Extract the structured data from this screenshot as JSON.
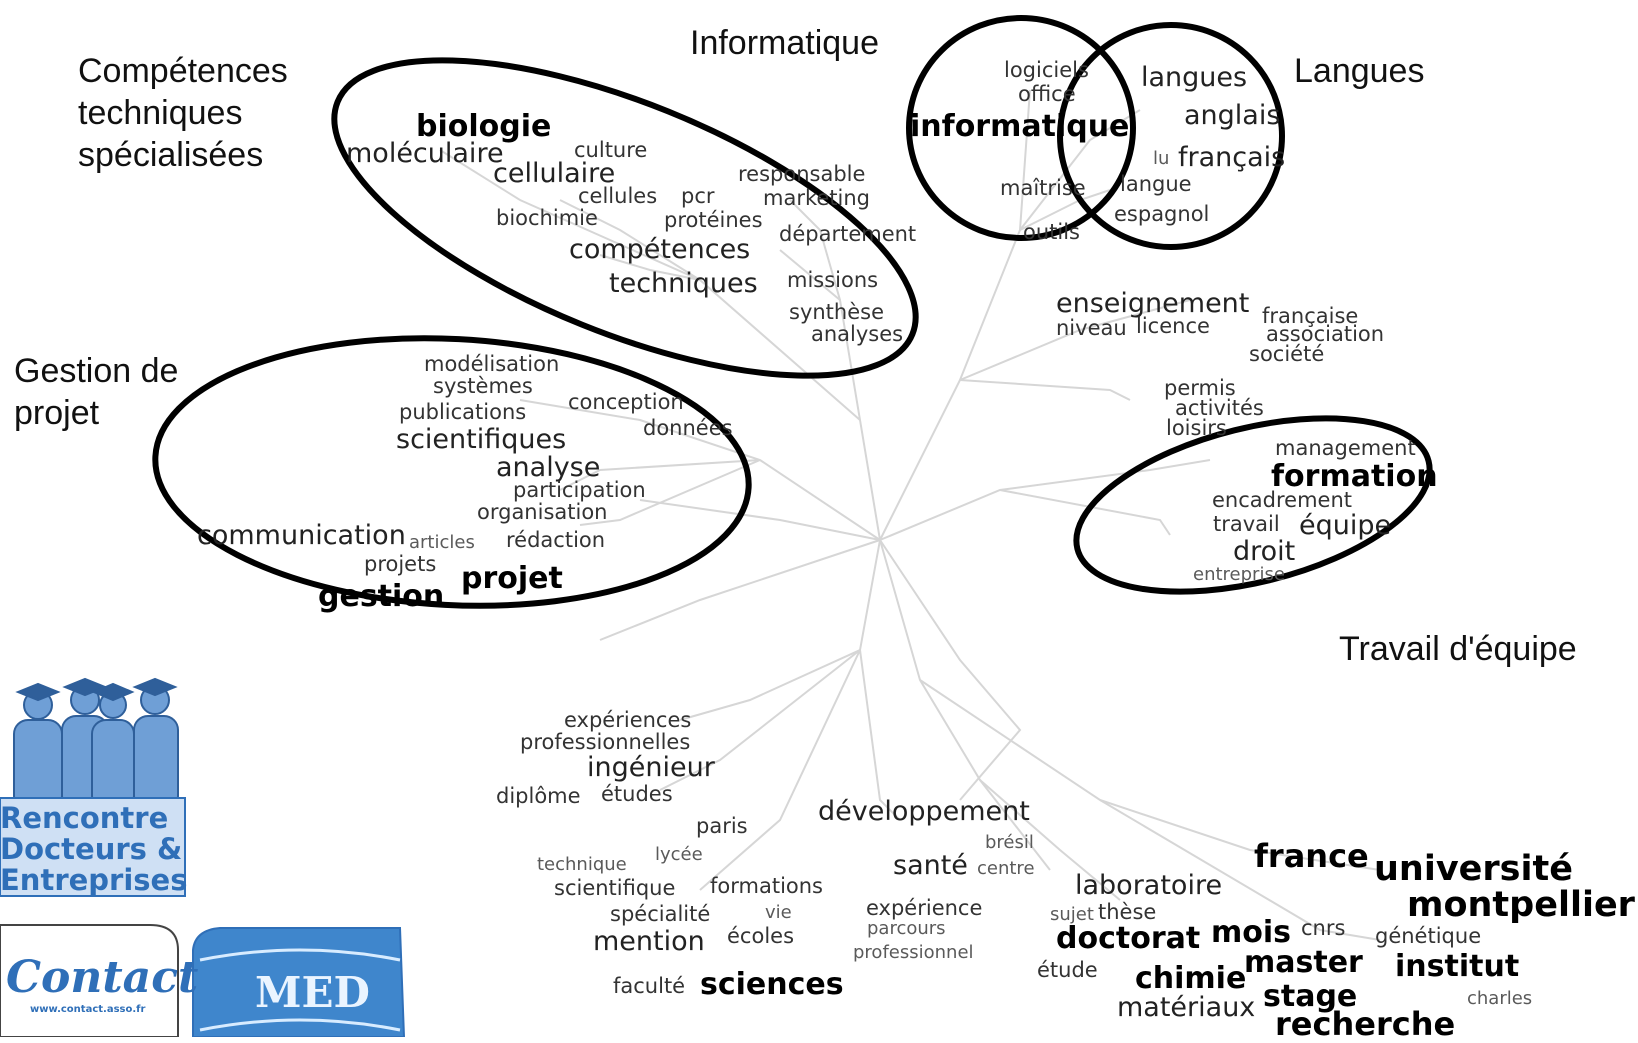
{
  "captions": {
    "competences": "Compétences\ntechniques\nspécialisées",
    "informatique": "Informatique",
    "langues": "Langues",
    "gestion": "Gestion de\nprojet",
    "travail": "Travail d'équipe"
  },
  "words": {
    "biologie": "biologie",
    "moleculaire": "moléculaire",
    "culture": "culture",
    "cellulaire": "cellulaire",
    "responsable": "responsable",
    "cellules": "cellules",
    "pcr": "pcr",
    "marketing": "marketing",
    "biochimie": "biochimie",
    "proteines": "protéines",
    "departement": "département",
    "competences": "compétences",
    "techniques": "techniques",
    "missions": "missions",
    "synthese": "synthèse",
    "analyses": "analyses",
    "logiciels": "logiciels",
    "office": "office",
    "informatique": "informatique",
    "maitrise": "maîtrise",
    "outils": "outils",
    "langues": "langues",
    "anglais": "anglais",
    "lu": "lu",
    "francais": "français",
    "langue": "langue",
    "espagnol": "espagnol",
    "enseignement": "enseignement",
    "niveau": "niveau",
    "licence": "licence",
    "francaise": "française",
    "association": "association",
    "societe": "société",
    "permis": "permis",
    "activites": "activités",
    "loisirs": "loisirs",
    "management": "management",
    "formation": "formation",
    "encadrement": "encadrement",
    "travail": "travail",
    "equipe": "équipe",
    "droit": "droit",
    "entreprise": "entreprise",
    "modelisation": "modélisation",
    "systemes": "systèmes",
    "publications": "publications",
    "conception": "conception",
    "scientifiques": "scientifiques",
    "donnees": "données",
    "analyse": "analyse",
    "participation": "participation",
    "organisation": "organisation",
    "communication": "communication",
    "articles": "articles",
    "redaction": "rédaction",
    "projets": "projets",
    "projet": "projet",
    "gestion": "gestion",
    "experiences": "expériences",
    "professionnelles": "professionnelles",
    "ingenieur": "ingénieur",
    "diplome": "diplôme",
    "etudes": "études",
    "developpement": "développement",
    "paris": "paris",
    "bresil": "brésil",
    "technique": "technique",
    "lycee": "lycée",
    "sante": "santé",
    "centre": "centre",
    "formations": "formations",
    "scientifique": "scientifique",
    "experience": "expérience",
    "laboratoire": "laboratoire",
    "specialite": "spécialité",
    "vie": "vie",
    "sujet": "sujet",
    "these": "thèse",
    "parcours": "parcours",
    "mention": "mention",
    "ecoles": "écoles",
    "professionnel": "professionnel",
    "doctorat": "doctorat",
    "mois": "mois",
    "cnrs": "cnrs",
    "france": "france",
    "universite": "université",
    "montpellier": "montpellier",
    "genetique": "génétique",
    "master": "master",
    "etude": "étude",
    "chimie": "chimie",
    "institut": "institut",
    "faculte": "faculté",
    "sciences": "sciences",
    "materiaux": "matériaux",
    "stage": "stage",
    "charles": "charles",
    "recherche": "recherche"
  },
  "logos": {
    "rencontre_line1": "Rencontre",
    "rencontre_line2": "Docteurs &",
    "rencontre_line3": "Entreprises",
    "contact": "Contact",
    "contact_url": "www.contact.asso.fr",
    "med": "MED"
  },
  "colors": {
    "ink": "#000000",
    "tree": "#d6d6d6",
    "logo_blue": "#2f6fb8",
    "logo_light": "#cfe0f4"
  }
}
